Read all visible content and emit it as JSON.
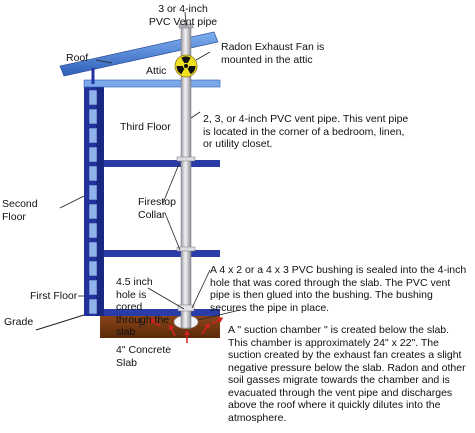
{
  "labels": {
    "vent_pipe_top": "3 or 4-inch PVC Vent pipe",
    "roof": "Roof",
    "attic": "Attic",
    "radon_fan": "Radon Exhaust Fan is mounted in the attic",
    "third_floor": "Third Floor",
    "vent_pipe_desc": "2, 3, or 4-inch PVC vent pipe. This vent pipe is located in the corner of a bedroom, linen, or utility closet.",
    "second_floor": "Second Floor",
    "firestop_collar": "Firestop Collar",
    "bushing_desc": "A 4 x 2 or a 4 x 3 PVC bushing is sealed into the 4-inch hole that was cored through the slab. The PVC vent pipe is then glued into the bushing. The bushing secures the pipe in place.",
    "hole_desc": "4.5 inch hole is cored through the slab",
    "first_floor": "First Floor",
    "grade": "Grade",
    "suction_desc": "A \" suction chamber \" is created below the slab. This chamber is approximately 24\" x 22\". The suction created by the exhaust fan creates a slight negative pressure below the slab. Radon and other soil gasses migrate towards the chamber and is evacuated through the vent pipe and discharges above the roof where it quickly dilutes into the atmosphere.",
    "slab": "4\" Concrete Slab"
  },
  "colors": {
    "wall_blue": "#2233a0",
    "block_light": "#8fb2ea",
    "floor_blue": "#2a3ca8",
    "roof_blue": "#4a7fd0",
    "soil": "#7a3a12",
    "pipe": "#c8c8cc",
    "fan_yellow": "#f0e020",
    "arrow_red": "#d42020"
  },
  "icons": {
    "radon_fan": "radiation-trefoil-icon",
    "soil_gas": "red-arrow-icon"
  }
}
